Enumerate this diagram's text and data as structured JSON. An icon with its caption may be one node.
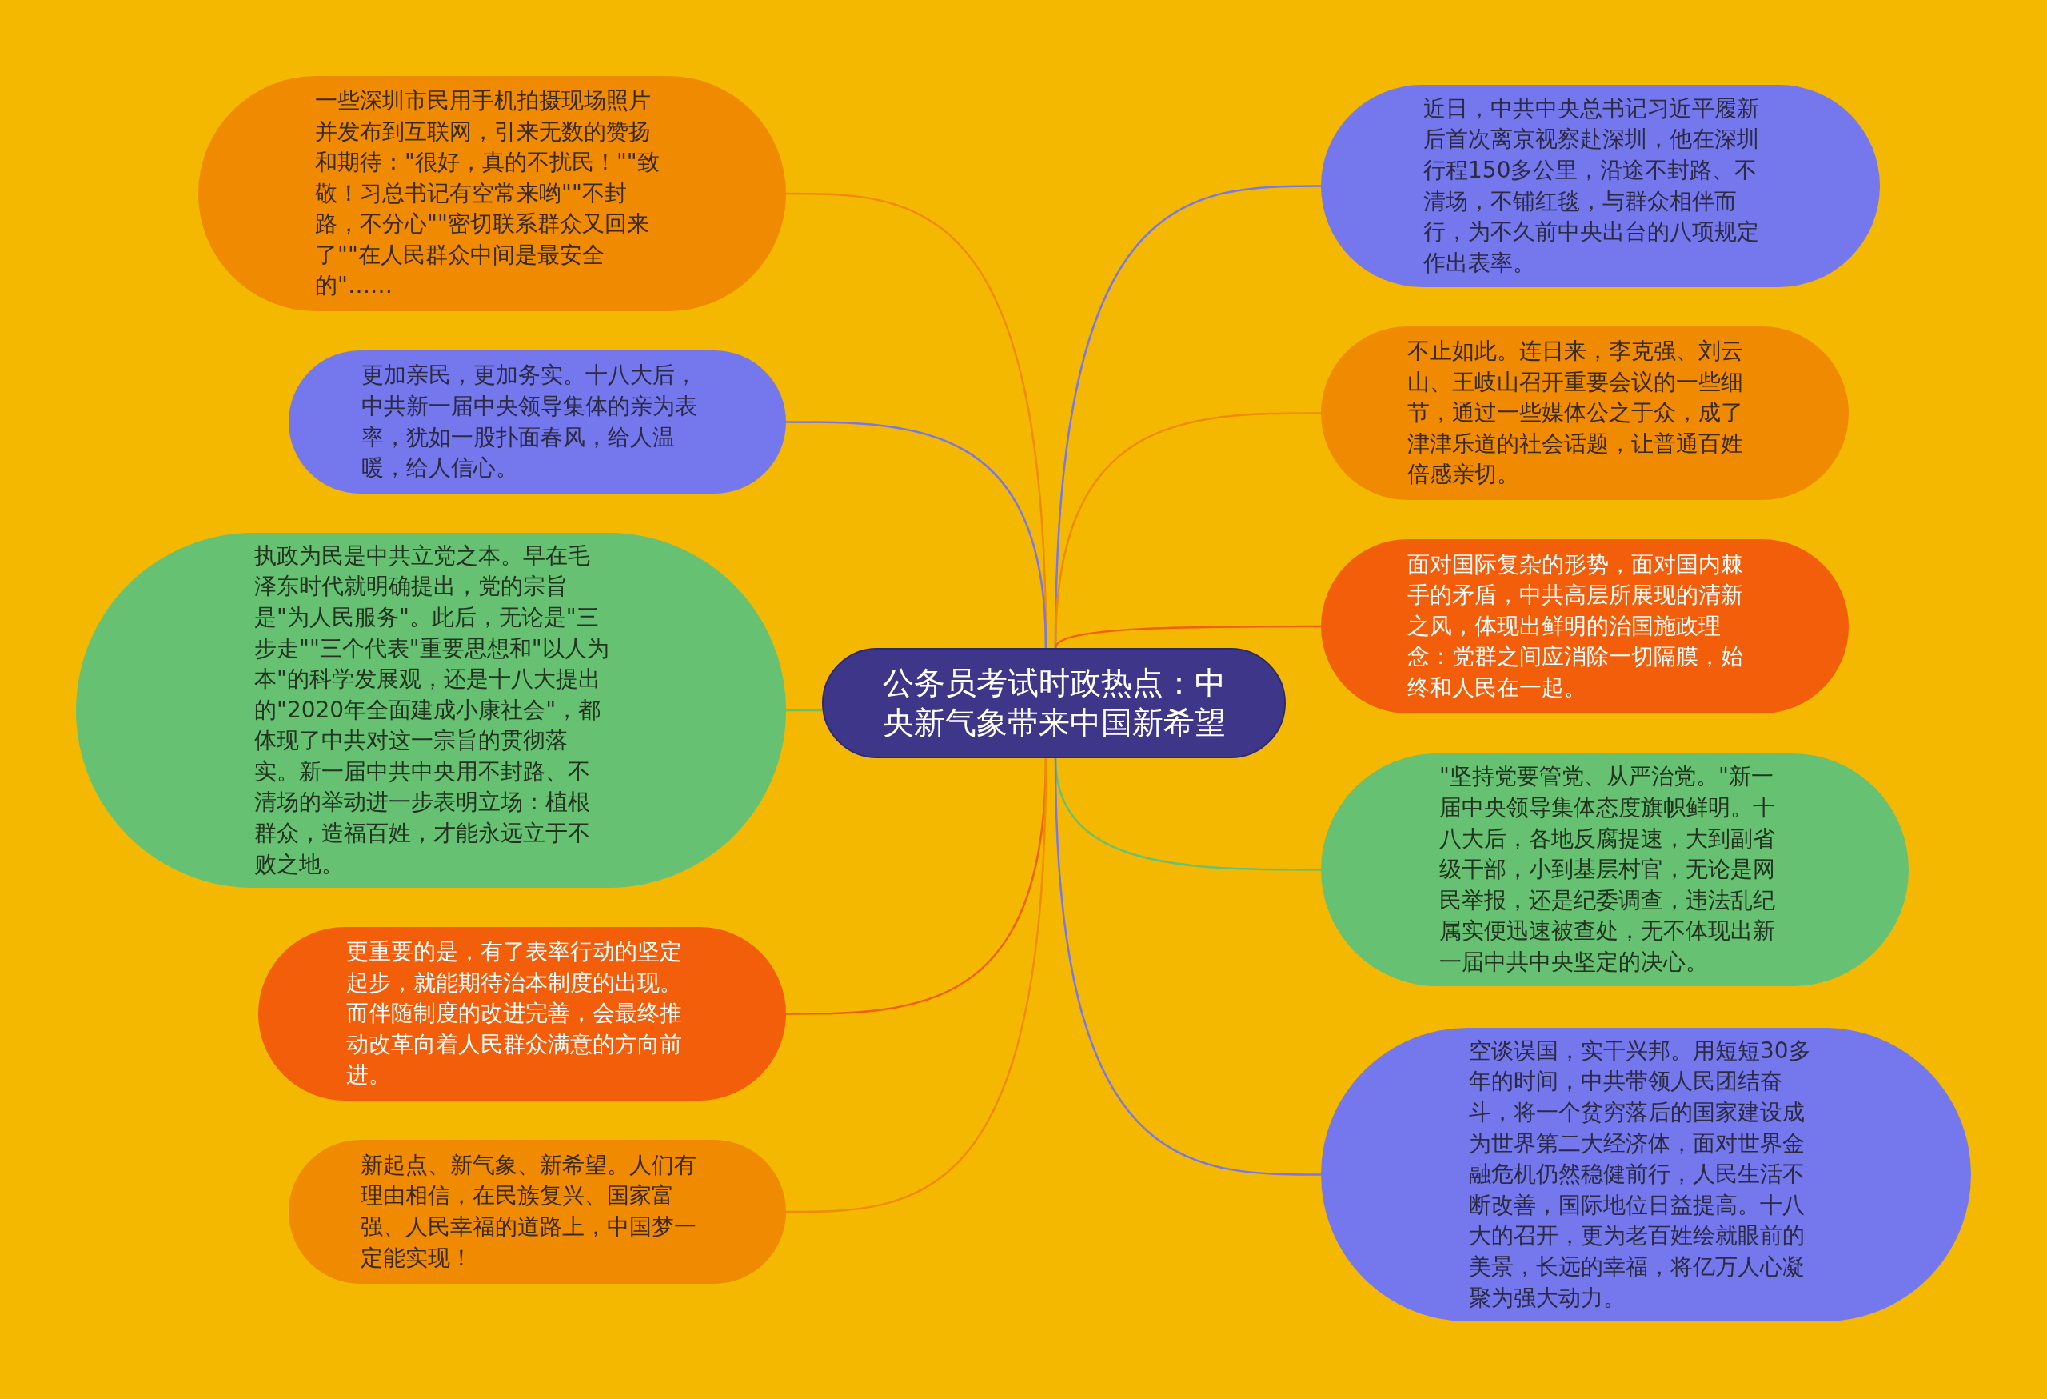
{
  "diagram": {
    "nodes": [
      {
        "text": [
          "公务员考试时政热点：中央新气象带来中国新希望"
        ]
      },
      {
        "text": [
          "一些深圳市民用手机拍摄现场照片并发布到互联网，引来无数的赞扬和期待：\"很好，真的不扰民！\"\"致敬！习总书记有空常来哟\"\"不封路，不分心\"\"密切联系群众又回来了\"\"在人民群众中间是最安全的\"……"
        ]
      },
      {
        "text": [
          "更加亲民，更加务实。十八大后，中共新一届中央领导集体的亲为表率，犹如一股扑面春风，给人温暖，给人信心。"
        ]
      },
      {
        "text": [
          "执政为民是中共立党之本。早在毛泽东时代就明确提出，党的宗旨是\"为人民服务\"。此后，无论是\"三步走\"\"三个代表\"重要思想和\"以人为本\"的科学发展观，还是十八大提出的\"2020年全面建成小康社会\"，都体现了中共对这一宗旨的贯彻落实。新一届中共中央用不封路、不清场的举动进一步表明立场：植根群众，造福百姓，才能永远立于不败之地。"
        ]
      },
      {
        "text": [
          "更重要的是，有了表率行动的坚定起步，就能期待治本制度的出现。而伴随制度的改进完善，会最终推动改革向着人民群众满意的方向前进。"
        ]
      },
      {
        "text": [
          "新起点、新气象、新希望。人们有理由相信，在民族复兴、国家富强、人民幸福的道路上，中国梦一定能实现！"
        ]
      },
      {
        "text": [
          "近日，中共中央总书记习近平履新后首次离京视察赴深圳，他在深圳行程150多公里，沿途不封路、不清场，不铺红毯，与群众相伴而行，为不久前中央出台的八项规定作出表率。"
        ]
      },
      {
        "text": [
          "不止如此。连日来，李克强、刘云山、王岐山召开重要会议的一些细节，通过一些媒体公之于众，成了津津乐道的社会话题，让普通百姓倍感亲切。"
        ]
      },
      {
        "text": [
          "面对国际复杂的形势，面对国内棘手的矛盾，中共高层所展现的清新之风，体现出鲜明的治国施政理念：党群之间应消除一切隔膜，始终和人民在一起。"
        ]
      },
      {
        "text": [
          "\"坚持党要管党、从严治党。\"新一届中央领导集体态度旗帜鲜明。十八大后，各地反腐提速，大到副省级干部，小到基层村官，无论是网民举报，还是纪委调查，违法乱纪属实便迅速被查处，无不体现出新一届中共中央坚定的决心。"
        ]
      },
      {
        "text": [
          "空谈误国，实干兴邦。用短短30多年的时间，中共带领人民团结奋斗，将一个贫穷落后的国家建设成为世界第二大经济体，面对世界金融危机仍然稳健前行，人民生活不断改善，国际地位日益提高。十八大的召开，更为老百姓绘就眼前的美景，长远的幸福，将亿万人心凝聚为强大动力。"
        ]
      }
    ],
    "edges": [
      {
        "from": 0,
        "to": 1,
        "arrow": "none",
        "color": "#f08a00"
      },
      {
        "from": 0,
        "to": 2,
        "arrow": "none",
        "color": "#7478ec"
      },
      {
        "from": 0,
        "to": 3,
        "arrow": "none",
        "color": "#66c173"
      },
      {
        "from": 0,
        "to": 4,
        "arrow": "none",
        "color": "#f25e0a"
      },
      {
        "from": 0,
        "to": 5,
        "arrow": "none",
        "color": "#f08a00"
      },
      {
        "from": 0,
        "to": 6,
        "arrow": "none",
        "color": "#7478ec"
      },
      {
        "from": 0,
        "to": 7,
        "arrow": "none",
        "color": "#f08a00"
      },
      {
        "from": 0,
        "to": 8,
        "arrow": "none",
        "color": "#f25e0a"
      },
      {
        "from": 0,
        "to": 9,
        "arrow": "none",
        "color": "#66c173"
      },
      {
        "from": 0,
        "to": 10,
        "arrow": "none",
        "color": "#7478ec"
      }
    ]
  }
}
